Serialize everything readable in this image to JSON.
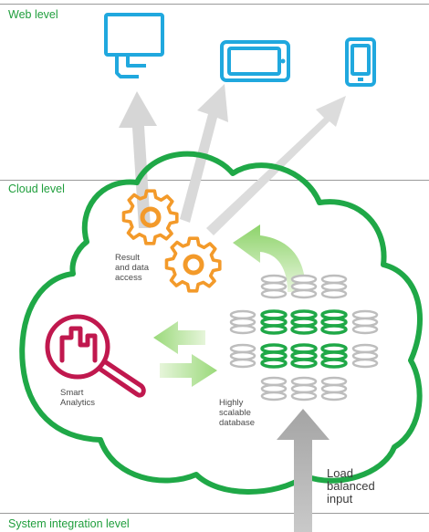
{
  "levels": {
    "web": "Web level",
    "cloud": "Cloud level",
    "system": "System integration level"
  },
  "labels": {
    "result_access": [
      "Result",
      "and data",
      "access"
    ],
    "smart_analytics": [
      "Smart",
      "Analytics"
    ],
    "scalable_db": [
      "Highly",
      "scalable",
      "database"
    ],
    "load_input": [
      "Load",
      "balanced",
      "input"
    ]
  },
  "icons": {
    "devices": [
      "desktop-monitor-icon",
      "tablet-icon",
      "smartphone-icon"
    ],
    "gears": [
      "gear-icon",
      "gear-icon"
    ],
    "analytics": "magnifier-chart-icon",
    "database": "database-stack-icon"
  },
  "colors": {
    "green": "#1fa847",
    "light_green": "#8dd36a",
    "cyan": "#20a8de",
    "orange": "#f39a2a",
    "crimson": "#c0184e",
    "gray_arrow": "#d9d9d9",
    "dark_gray_arrow": "#a7a7a7",
    "label_green": "#1f9e3c"
  }
}
